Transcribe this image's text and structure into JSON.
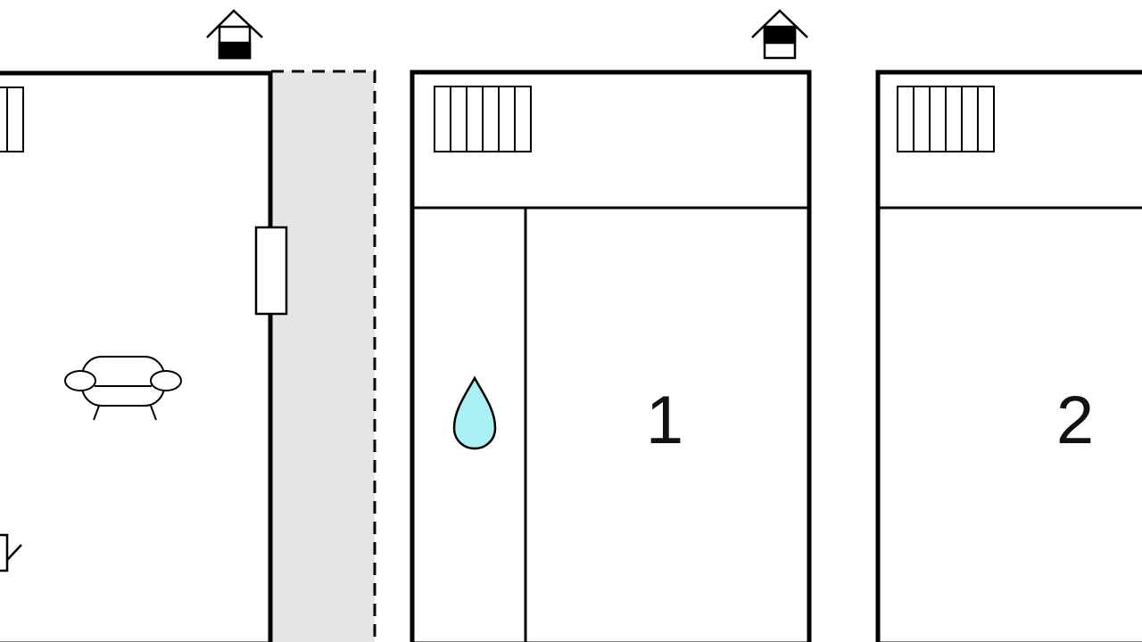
{
  "floorplan": {
    "rooms": [
      {
        "id": "living-room",
        "icon": "sofa-icon"
      },
      {
        "id": "bedroom-1",
        "label": "1",
        "icon": "water-drop-icon"
      },
      {
        "id": "bedroom-2",
        "label": "2"
      }
    ],
    "symbols": {
      "entrance": "house-entrance-icon",
      "radiator": "radiator-icon",
      "window": "window-icon",
      "balcony": "balcony-area",
      "partial_object": "partial-object-icon"
    },
    "colors": {
      "wall": "#000000",
      "balcony_fill": "#e5e5e5",
      "water_fill": "#aaf0f5",
      "background": "#ffffff"
    }
  }
}
